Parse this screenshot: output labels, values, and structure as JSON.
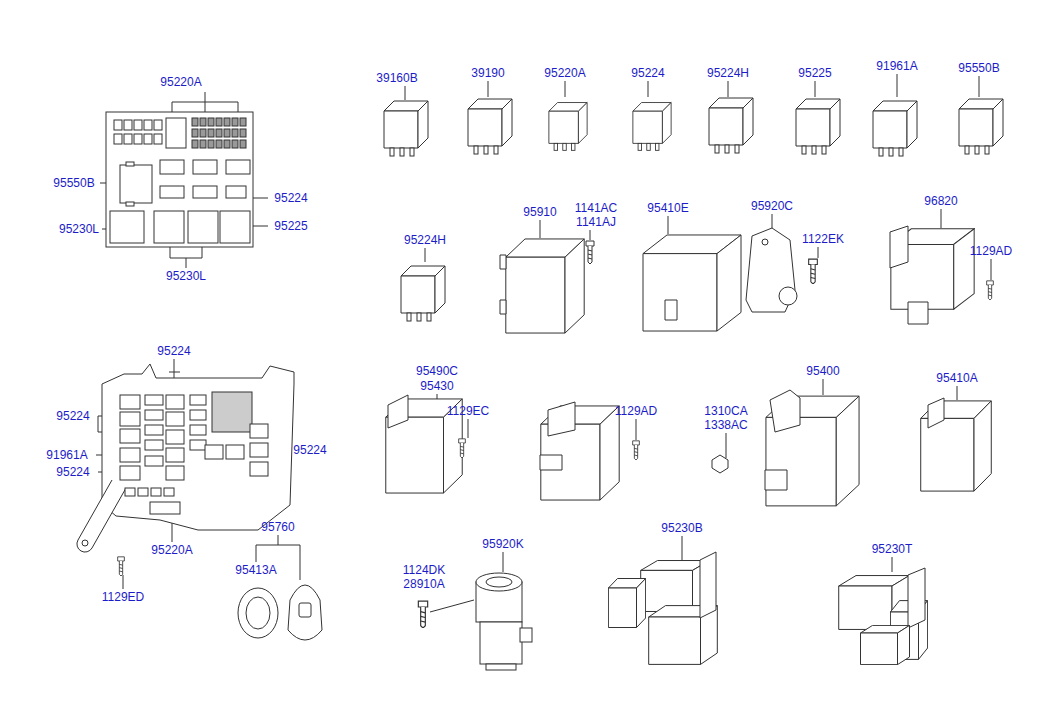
{
  "diagram": {
    "labels": [
      "95220A",
      "39160B",
      "39190",
      "95220A",
      "95224",
      "95224H",
      "95225",
      "91961A",
      "95550B",
      "95550B",
      "95224",
      "95230L",
      "95225",
      "95230L",
      "95910",
      "1141AC",
      "1141AJ",
      "95410E",
      "95920C",
      "96820",
      "95224H",
      "1122EK",
      "1129AD",
      "95224",
      "95490C",
      "95430",
      "95400",
      "95410A",
      "95224",
      "1129EC",
      "1129AD",
      "1310CA",
      "1338AC",
      "91961A",
      "95224",
      "95224",
      "95760",
      "95220A",
      "95920K",
      "95230B",
      "95230T",
      "95413A",
      "1124DK",
      "28910A",
      "1129ED"
    ]
  }
}
